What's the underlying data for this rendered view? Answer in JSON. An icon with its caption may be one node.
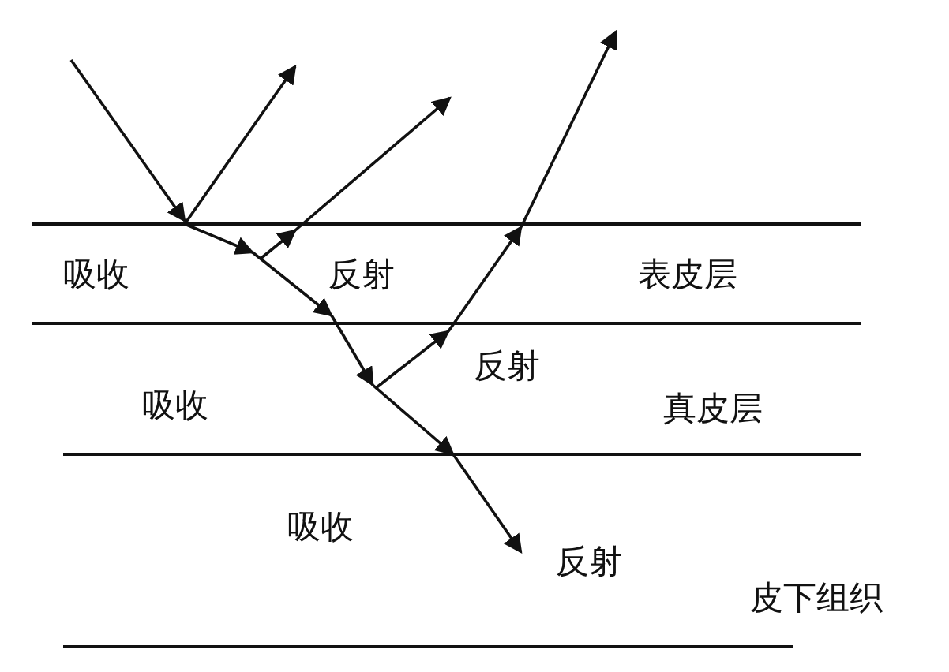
{
  "diagram": {
    "labels": [
      "吸收",
      "反射",
      "表皮层",
      "反射",
      "吸收",
      "真皮层",
      "吸收",
      "反射",
      "皮下组织"
    ]
  }
}
